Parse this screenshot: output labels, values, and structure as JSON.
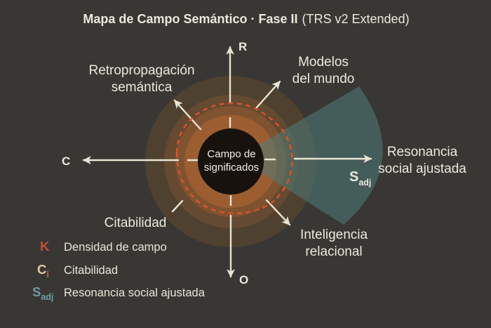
{
  "title": {
    "main": "Mapa de Campo Semántico · Fase II",
    "suffix": "(TRS v2 Extended)"
  },
  "center": {
    "line1": "Campo de",
    "line2": "significados"
  },
  "axes": {
    "top": "R",
    "left": "C",
    "bottom": "O",
    "right_symbol": "S",
    "right_sub": "adj"
  },
  "labels": {
    "retropropagacion_line1": "Retropropagación",
    "retropropagacion_line2": "semántica",
    "modelos_line1": "Modelos",
    "modelos_line2": "del mundo",
    "resonancia_line1": "Resonancia",
    "resonancia_line2": "social ajustada",
    "inteligencia_line1": "Inteligencia",
    "inteligencia_line2": "relacional",
    "citabilidad": "Citabilidad"
  },
  "legend": {
    "items": [
      {
        "symbol": "K",
        "sub": "",
        "label": "Densidad de campo",
        "color": "#c24f38",
        "sub_color": "#c24f38"
      },
      {
        "symbol": "C",
        "sub": "i",
        "label": "Citabilidad",
        "color": "#e2cba1",
        "sub_color": "#cf6b35"
      },
      {
        "symbol": "S",
        "sub": "adj",
        "label": "Resonancia social ajustada",
        "color": "#6f9ba1",
        "sub_color": "#6f9ba1"
      }
    ]
  },
  "colors": {
    "background": "#393733",
    "ring_outer": "#4e4130",
    "ring_3": "#634a30",
    "ring_2": "#7f5330",
    "ring_inner": "#9c5e31",
    "wedge": "rgba(78,124,122,0.55)",
    "dash": "#de4f2c",
    "center_circle": "#17120e",
    "text": "#ece8db",
    "arrow": "#e9e3d3"
  }
}
